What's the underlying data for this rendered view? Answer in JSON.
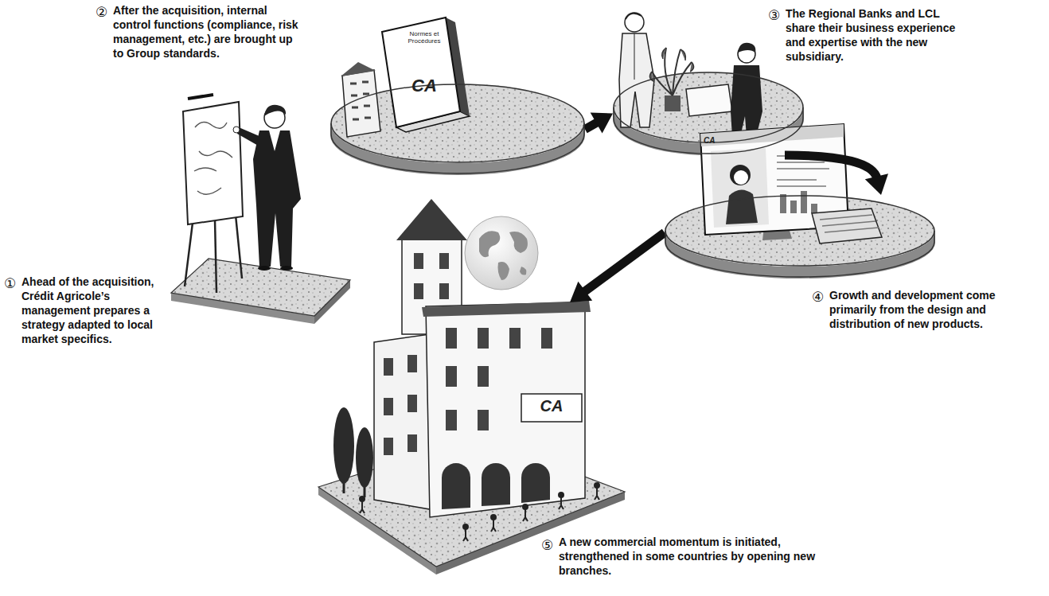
{
  "diagram": {
    "nodes": [
      {
        "text": [
          "①",
          "Ahead of the acquisition, Crédit Agricole’s management prepares a strategy adapted to local market specifics."
        ]
      },
      {
        "text": [
          "②",
          "After the acquisition, internal control functions (compliance, risk management, etc.) are brought up to Group standards."
        ]
      },
      {
        "text": [
          "③",
          "The Regional Banks and LCL share their business experience and expertise with the new subsidiary."
        ]
      },
      {
        "text": [
          "④",
          "Growth and development come primarily from the design and distribution of new products."
        ]
      },
      {
        "text": [
          "⑤",
          "A new commercial momentum is initiated, strengthened in some countries by opening new branches."
        ]
      }
    ],
    "edges": [
      {
        "from": 1,
        "to": 2,
        "arrow": "to"
      },
      {
        "from": 2,
        "to": 3,
        "arrow": "to"
      },
      {
        "from": 3,
        "to": 4,
        "arrow": "to"
      }
    ],
    "labels": [
      "Normes et Procédures",
      "CA",
      "CA",
      "CA"
    ]
  }
}
